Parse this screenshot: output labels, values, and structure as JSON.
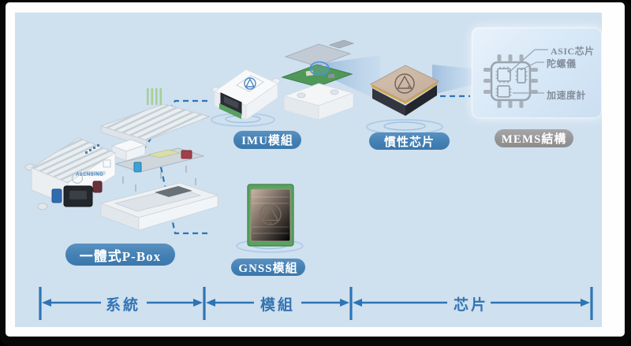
{
  "scene": {
    "pills": {
      "pbox": {
        "label": "一體式P-Box"
      },
      "imu": {
        "label": "IMU模組"
      },
      "gnss": {
        "label": "GNSS模組"
      },
      "inertial_chip": {
        "label": "慣性芯片"
      },
      "mems": {
        "label": "MEMS結構"
      }
    },
    "mems_callouts": {
      "asic": "ASIC芯片",
      "gyroscope": "陀螺儀",
      "accelerometer": "加速度計"
    },
    "axis": {
      "segments": [
        {
          "label": "系統"
        },
        {
          "label": "模組"
        },
        {
          "label": "芯片"
        }
      ]
    },
    "device_marking": "ASENSING",
    "colors": {
      "canvas_bg": "#cfe0ef",
      "pill_blue": "#4380b4",
      "pill_gray": "#949494",
      "axis_blue": "#2e74b4",
      "pcb_green": "#58a35f",
      "chip_gold": "#d9a843",
      "chip_top": "#cdb7a5",
      "callout_gray": "#848e9a"
    }
  }
}
